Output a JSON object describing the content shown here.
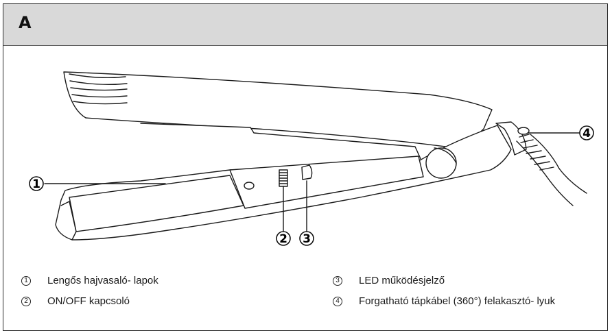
{
  "header": {
    "label": "A"
  },
  "callouts": [
    "1",
    "2",
    "3",
    "4"
  ],
  "legend": [
    {
      "num": "1",
      "text": "Lengős hajvasaló- lapok"
    },
    {
      "num": "2",
      "text": "ON/OFF kapcsoló"
    },
    {
      "num": "3",
      "text": "LED működésjelző"
    },
    {
      "num": "4",
      "text": "Forgatható tápkábel (360°) felakasztó- lyuk"
    }
  ]
}
